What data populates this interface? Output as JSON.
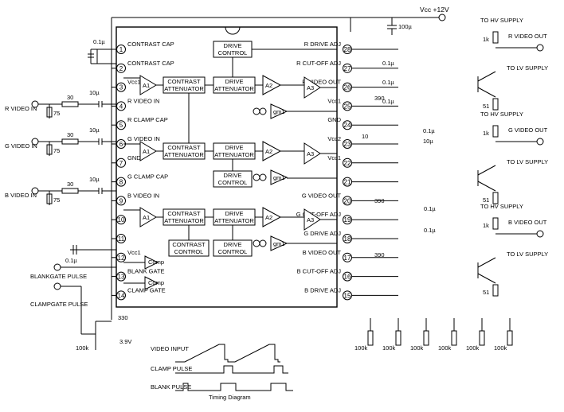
{
  "supply": {
    "vcc": "Vcc +12V",
    "cap": "100µ"
  },
  "left_pins": [
    {
      "num": "1",
      "label": "CONTRAST CAP"
    },
    {
      "num": "2",
      "label": "CONTRAST CAP"
    },
    {
      "num": "3",
      "label": "Vcc1"
    },
    {
      "num": "4",
      "label": "R VIDEO IN"
    },
    {
      "num": "5",
      "label": "R CLAMP CAP"
    },
    {
      "num": "6",
      "label": "G VIDEO IN"
    },
    {
      "num": "7",
      "label": "GND"
    },
    {
      "num": "8",
      "label": "G CLAMP CAP"
    },
    {
      "num": "9",
      "label": "B VIDEO IN"
    },
    {
      "num": "10",
      "label": ""
    },
    {
      "num": "11",
      "label": ""
    },
    {
      "num": "12",
      "label": "Vcc1"
    },
    {
      "num": "13",
      "label": "BLANK GATE"
    },
    {
      "num": "14",
      "label": "CLAMP GATE"
    }
  ],
  "right_pins": [
    {
      "num": "28",
      "label": "R DRIVE ADJ"
    },
    {
      "num": "27",
      "label": "R CUT-OFF ADJ"
    },
    {
      "num": "26",
      "label": "R VIDEO OUT"
    },
    {
      "num": "25",
      "label": "Vcc1"
    },
    {
      "num": "24",
      "label": "GND"
    },
    {
      "num": "23",
      "label": "Vcc2"
    },
    {
      "num": "22",
      "label": "Vcc1"
    },
    {
      "num": "21",
      "label": ""
    },
    {
      "num": "20",
      "label": "G VIDEO OUT"
    },
    {
      "num": "19",
      "label": "G CUT-OFF ADJ"
    },
    {
      "num": "18",
      "label": "G DRIVE ADJ"
    },
    {
      "num": "17",
      "label": "B VIDEO OUT"
    },
    {
      "num": "16",
      "label": "B CUT-OFF ADJ"
    },
    {
      "num": "15",
      "label": "B DRIVE ADJ"
    }
  ],
  "blocks": {
    "contrast_attenuator": "CONTRAST ATTENUATOR",
    "drive_attenuator": "DRIVE ATTENUATOR",
    "drive_control": "DRIVE CONTROL",
    "contrast_control": "CONTRAST CONTROL",
    "a1": "A1",
    "a2": "A2",
    "a3": "A3",
    "gm": "gm1",
    "comp": "Comp"
  },
  "inputs": [
    {
      "label": "R VIDEO IN"
    },
    {
      "label": "G VIDEO IN"
    },
    {
      "label": "B VIDEO IN"
    }
  ],
  "pulses": {
    "blank": "BLANKGATE PULSE",
    "clamp": "CLAMPGATE PULSE"
  },
  "outputs": [
    {
      "hv": "TO HV SUPPLY",
      "out": "R VIDEO OUT",
      "lv": "TO LV SUPPLY"
    },
    {
      "hv": "TO HV SUPPLY",
      "out": "G VIDEO OUT",
      "lv": "TO LV SUPPLY"
    },
    {
      "hv": "TO HV SUPPLY",
      "out": "B VIDEO OUT",
      "lv": "TO LV SUPPLY"
    }
  ],
  "components": {
    "r30": "30",
    "r75": "75",
    "c10u": "10µ",
    "c01u": "0.1µ",
    "r390": "390",
    "r51": "51",
    "r1k": "1k",
    "r100k": "100k",
    "r330": "330",
    "z39": "3.9V",
    "r10": "10"
  },
  "timing": {
    "title": "Timing Diagram",
    "rows": [
      "VIDEO INPUT",
      "CLAMP PULSE",
      "BLANK PULSE"
    ]
  }
}
